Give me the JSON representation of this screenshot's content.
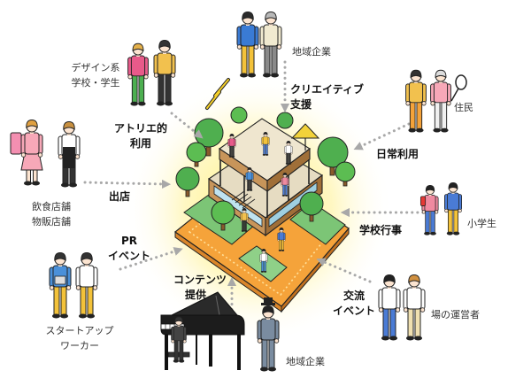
{
  "palette": {
    "arrow": "#a8a8a8",
    "glow": "#fff4a3",
    "platform": "#f5a33a",
    "lawn": "#7cc576",
    "tree": "#4faf4f",
    "wood": "#c8955a",
    "wood_dark": "#a06f38",
    "deck": "#e6dcc2",
    "ink": "#222222",
    "skin": "#fce4d0"
  },
  "stakeholders": {
    "top_company": {
      "name": "地域企業",
      "role": [
        "クリエイティブ",
        "支援"
      ]
    },
    "design_students": {
      "name": [
        "デザイン系",
        "学校・学生"
      ],
      "role": [
        "アトリエ的",
        "利用"
      ]
    },
    "shops": {
      "name": [
        "飲食店舗",
        "物販店舗"
      ],
      "role": "出店"
    },
    "startup_workers": {
      "name": [
        "スタートアップ",
        "ワーカー"
      ],
      "role": [
        "PR",
        "イベント"
      ]
    },
    "bottom_company": {
      "name": "地域企業",
      "role": [
        "コンテンツ",
        "提供"
      ]
    },
    "residents": {
      "name": "住民",
      "role": "日常利用"
    },
    "elementary_students": {
      "name": "小学生",
      "role": "学校行事"
    },
    "operators": {
      "name": "場の運営者",
      "role": [
        "交流",
        "イベント"
      ]
    }
  }
}
